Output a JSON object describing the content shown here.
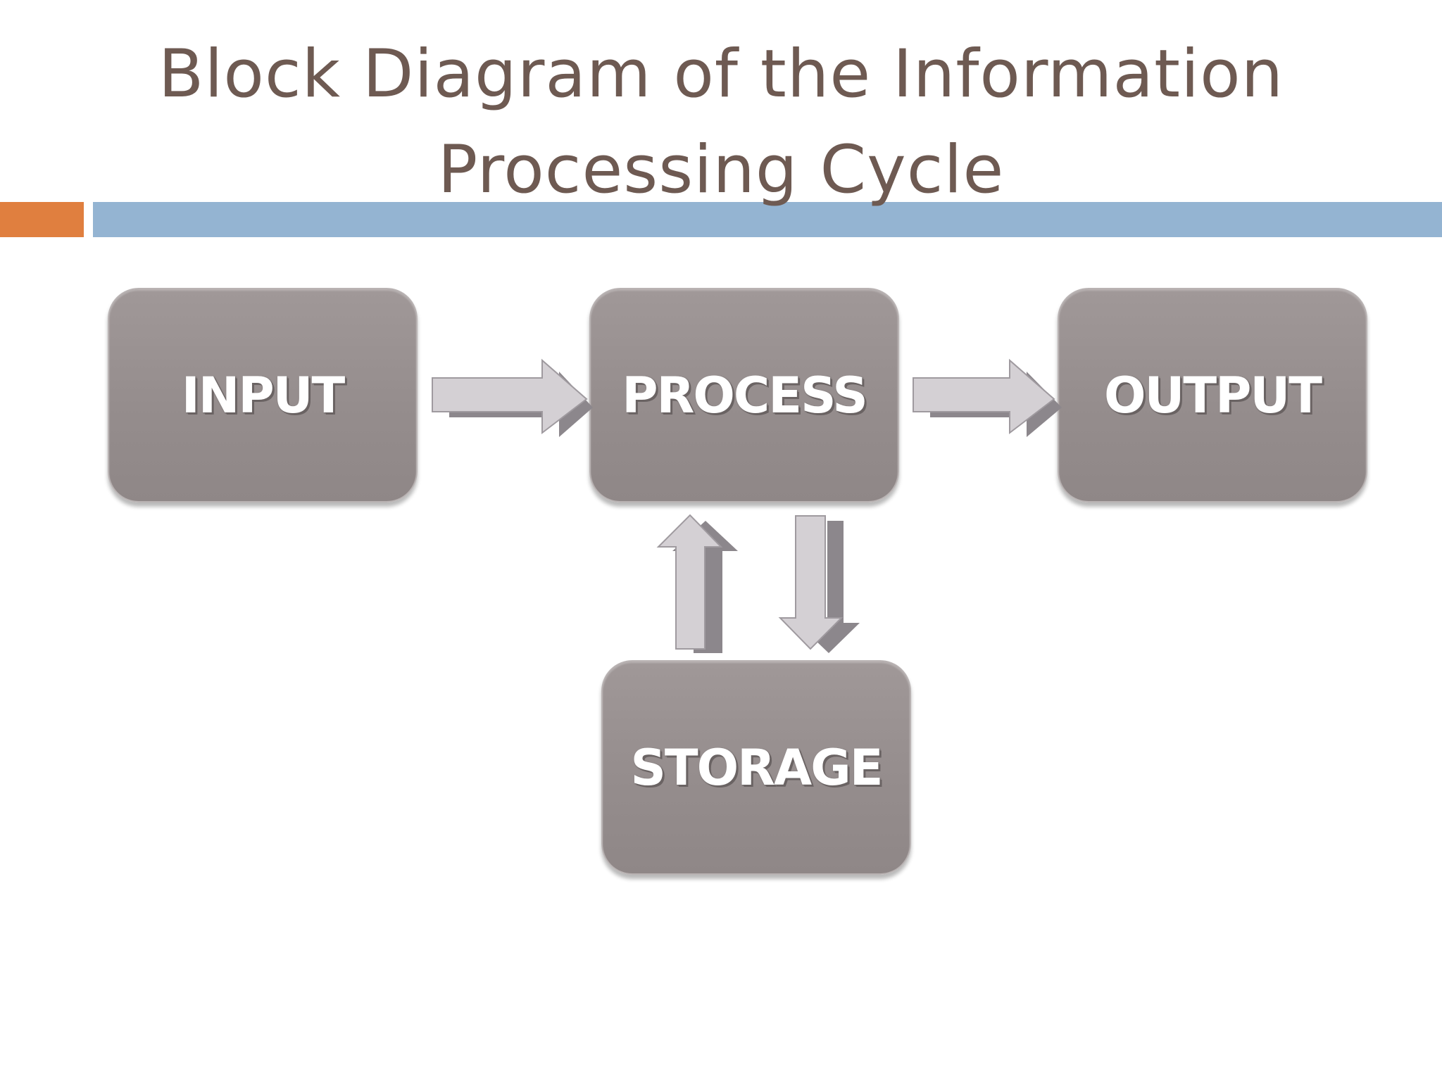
{
  "slide": {
    "title_line1": "Block Diagram of the Information",
    "title_line2": "Processing Cycle"
  },
  "blocks": {
    "input": "INPUT",
    "process": "PROCESS",
    "output": "OUTPUT",
    "storage": "STORAGE"
  },
  "colors": {
    "title": "#6e5a52",
    "accent_orange": "#e07f3f",
    "accent_blue": "#94b4d2",
    "block_fill": "#958d8d",
    "arrow_fill": "#d4d0d4",
    "arrow_shadow": "#8c878c"
  }
}
